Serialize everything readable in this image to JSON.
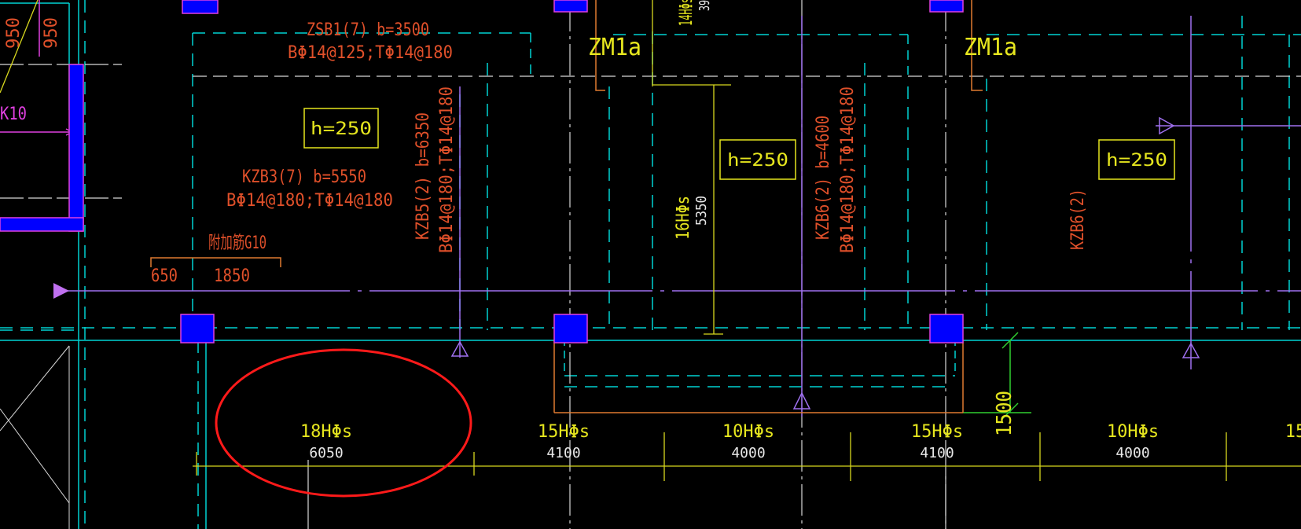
{
  "colors": {
    "background": "#000000",
    "cyan": "#00d2d2",
    "orange": "#e0502a",
    "yellow": "#e6e61e",
    "violet": "#a070f0",
    "magenta": "#e040e0",
    "white": "#e8e8e8",
    "green": "#30d030",
    "blue": "#0000ff",
    "red": "#ff1a1a"
  },
  "labels": {
    "zsb1": "ZSB1(7) b=3500",
    "zsb1_reinf": "BΦ14@125;TΦ14@180",
    "zm1a_left": "ZM1a",
    "zm1a_right": "ZM1a",
    "h250_a": "h=250",
    "h250_b": "h=250",
    "h250_c": "h=250",
    "kzb3": "KZB3(7) b=5550",
    "kzb3_reinf": "BΦ14@180;TΦ14@180",
    "kzb5": "KZB5(2) b=6350",
    "kzb5_reinf": "BΦ14@180;TΦ14@180",
    "kzb6": "KZB6(2) b=4600",
    "kzb6_reinf": "BΦ14@180;TΦ14@180",
    "kzb6_right": "KZB6(2)",
    "addbar": "附加筋G10",
    "dim650": "650",
    "dim1850": "1850",
    "top_bars": "14HΦs",
    "top_bars_len": "39",
    "mid_bars": "16HΦs",
    "mid_bars_len": "5350",
    "k10": "K10",
    "dim950_a": "950",
    "dim950_b": "950",
    "dim1500": "1500"
  },
  "bottom_bars": [
    {
      "count": "18HΦs",
      "length": "6050"
    },
    {
      "count": "15HΦs",
      "length": "4100"
    },
    {
      "count": "10HΦs",
      "length": "4000"
    },
    {
      "count": "15HΦs",
      "length": "4100"
    },
    {
      "count": "10HΦs",
      "length": "4000"
    },
    {
      "count": "15",
      "length": ""
    }
  ]
}
